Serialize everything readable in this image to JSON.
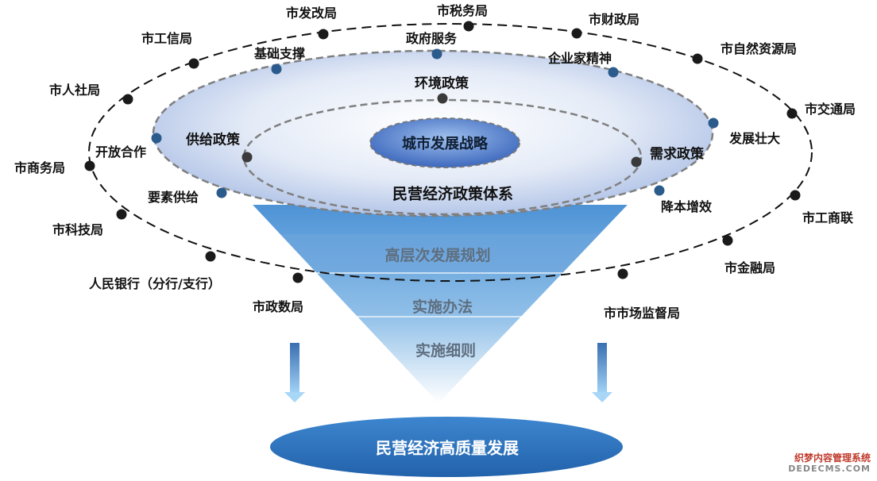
{
  "center": "城市发展战略",
  "system": "民营经济政策体系",
  "funnel_levels": [
    "高层次发展规划",
    "实施办法",
    "实施细则"
  ],
  "result": "民营经济高质量发展",
  "inner_ring": {
    "top": "环境政策",
    "left": "供给政策",
    "right": "需求政策"
  },
  "middle_ring": [
    "基础支撑",
    "政府服务",
    "企业家精神",
    "发展壮大",
    "降本增效",
    "要素供给",
    "开放合作"
  ],
  "outer_ring": [
    "市发改局",
    "市税务局",
    "市财政局",
    "市自然资源局",
    "市交通局",
    "市工商联",
    "市金融局",
    "市市场监督局",
    "市政数局",
    "人民银行（分行/支行）",
    "市科技局",
    "市商务局",
    "市人社局",
    "市工信局"
  ],
  "watermark": {
    "line1": "织梦内容管理系统",
    "line2": "DEDECMS.COM"
  },
  "colors": {
    "dot_dark": "#1a1a1a",
    "dot_blue": "#2a5b8c",
    "center_blue": "#3f6fc2",
    "result_blue": "#2f74c0"
  }
}
